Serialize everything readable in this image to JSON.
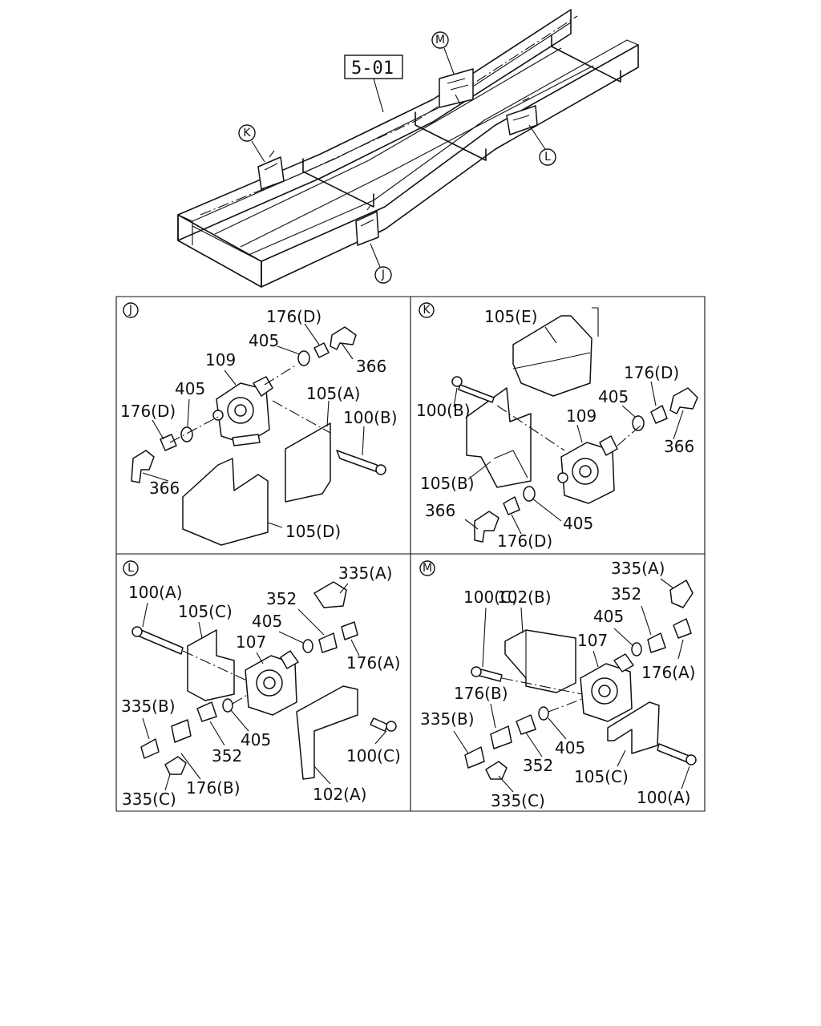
{
  "overview": {
    "ref_box": "5-01",
    "callouts": {
      "M": "M",
      "K": "K",
      "L": "L",
      "J": "J"
    }
  },
  "panels": {
    "J": {
      "letter": "J",
      "labels": {
        "l176d_top": "176(D)",
        "l405_top": "405",
        "l366_top": "366",
        "l109": "109",
        "l405_left": "405",
        "l176d_left": "176(D)",
        "l105a": "105(A)",
        "l100b": "100(B)",
        "l366_bottom": "366",
        "l105d": "105(D)"
      }
    },
    "K": {
      "letter": "K",
      "labels": {
        "l105e": "105(E)",
        "l176d_right": "176(D)",
        "l405_right": "405",
        "l100b": "100(B)",
        "l109": "109",
        "l366_right": "366",
        "l105b": "105(B)",
        "l366_left": "366",
        "l405_bottom": "405",
        "l176d_bottom": "176(D)"
      }
    },
    "L": {
      "letter": "L",
      "labels": {
        "l100a": "100(A)",
        "l105c": "105(C)",
        "l335a": "335(A)",
        "l352_top": "352",
        "l405_top": "405",
        "l107": "107",
        "l176a": "176(A)",
        "l335b": "335(B)",
        "l405_mid": "405",
        "l352_mid": "352",
        "l100c": "100(C)",
        "l335c": "335(C)",
        "l176b": "176(B)",
        "l102a": "102(A)"
      }
    },
    "M": {
      "letter": "M",
      "labels": {
        "l100c": "100(C)",
        "l102b": "102(B)",
        "l335a": "335(A)",
        "l352_top": "352",
        "l405_top": "405",
        "l107": "107",
        "l176a": "176(A)",
        "l176b": "176(B)",
        "l335b": "335(B)",
        "l405_mid": "405",
        "l352_mid": "352",
        "l105c": "105(C)",
        "l100a": "100(A)",
        "l335c": "335(C)"
      }
    }
  }
}
